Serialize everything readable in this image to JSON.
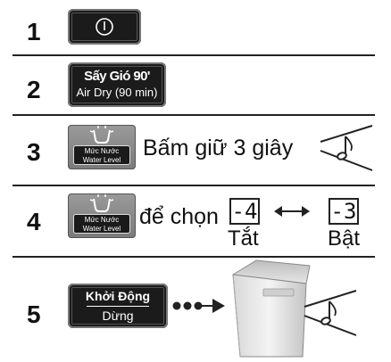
{
  "steps": [
    {
      "number": "1"
    },
    {
      "number": "2",
      "button_line1": "Sấy Gió 90'",
      "button_line2": "Air Dry (90 min)"
    },
    {
      "number": "3",
      "button_line1": "Mức Nước",
      "button_line2": "Water Level",
      "instruction": "Bấm giữ 3 giây"
    },
    {
      "number": "4",
      "button_line1": "Mức Nước",
      "button_line2": "Water Level",
      "instruction": "để chọn",
      "display_off": "-4",
      "display_on": "-3",
      "label_off": "Tắt",
      "label_on": "Bật"
    },
    {
      "number": "5",
      "button_line1": "Khởi Động",
      "button_line2": "Dừng"
    }
  ],
  "icons": {
    "power": "power-icon",
    "water": "water-level-icon",
    "sound": "music-note-icon",
    "arrow": "double-arrow-icon",
    "machine": "washing-machine-icon"
  },
  "colors": {
    "button_dark": "#1b1b1b",
    "button_gray": "#8a8a8a"
  }
}
